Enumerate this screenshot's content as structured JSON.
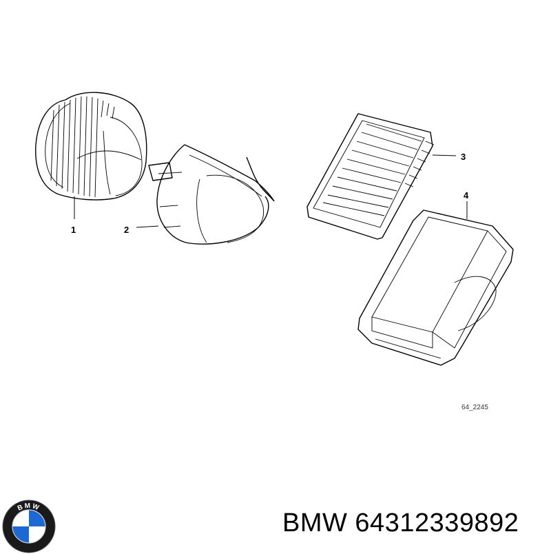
{
  "diagram": {
    "callouts": [
      {
        "number": "1",
        "part": "blower-fan"
      },
      {
        "number": "2",
        "part": "fan-housing"
      },
      {
        "number": "3",
        "part": "pleated-filter"
      },
      {
        "number": "4",
        "part": "filter-housing"
      }
    ],
    "reference_code": "64_2245"
  },
  "footer": {
    "brand": "BMW",
    "part_number": "64312339892",
    "label": "BMW 64312339892",
    "logo_text": "BMW",
    "logo_colors": {
      "blue": "#1c69d4",
      "white": "#ffffff",
      "ring": "#1a1a1a"
    }
  }
}
